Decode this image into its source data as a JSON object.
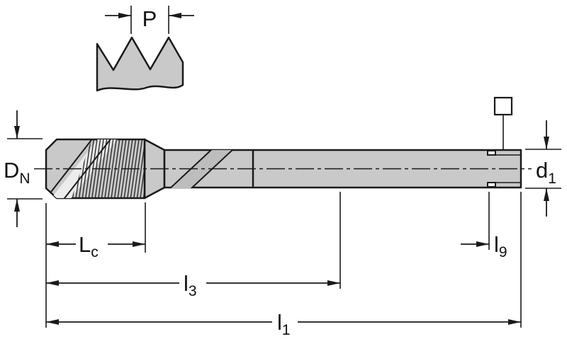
{
  "diagram": {
    "type": "technical-drawing",
    "subject": "machine-tap-dimension-drawing",
    "labels": {
      "pitch": "P",
      "nominal_diameter": {
        "base": "D",
        "sub": "N"
      },
      "shank_diameter": {
        "base": "d",
        "sub": "1"
      },
      "chamfer_length": {
        "base": "L",
        "sub": "c"
      },
      "square_length": {
        "base": "l",
        "sub": "9"
      },
      "intermediate_length": {
        "base": "l",
        "sub": "3"
      },
      "overall_length": {
        "base": "l",
        "sub": "1"
      }
    },
    "colors": {
      "line": "#1a1a1a",
      "body_fill": "#c9c9c9",
      "stripe_fill": "#ececec",
      "runout_fill": "#bdbdbd",
      "background": "#ffffff"
    }
  }
}
